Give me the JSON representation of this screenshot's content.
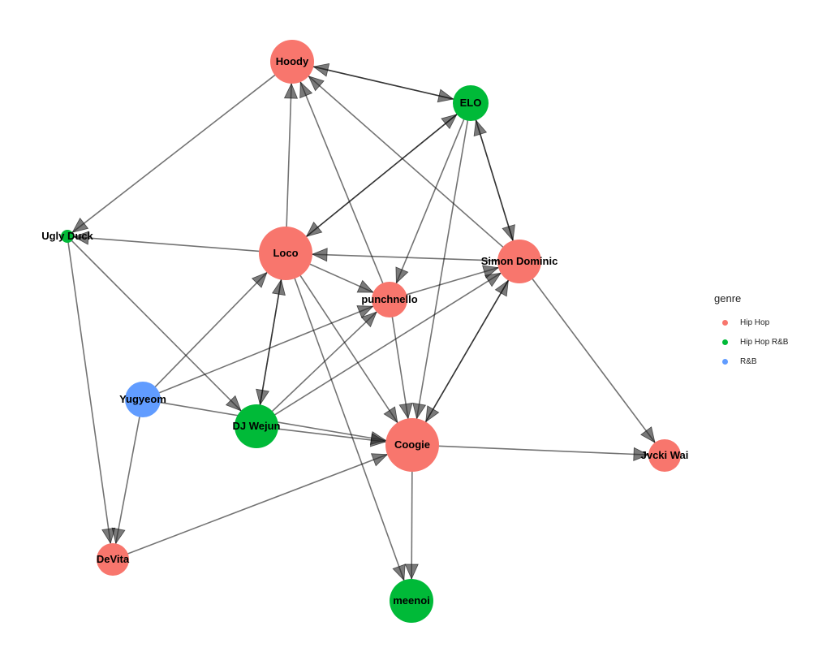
{
  "legend": {
    "title": "genre",
    "items": [
      {
        "label": "Hip Hop",
        "color": "#F8766D"
      },
      {
        "label": "Hip Hop R&B",
        "color": "#00BA38"
      },
      {
        "label": "R&B",
        "color": "#619CFF"
      }
    ]
  },
  "nodes": [
    {
      "id": "hoody",
      "label": "Hoody",
      "genre": "Hip Hop",
      "size": "large"
    },
    {
      "id": "elo",
      "label": "ELO",
      "genre": "Hip Hop R&B",
      "size": "medium"
    },
    {
      "id": "ugly_duck",
      "label": "Ugly Duck",
      "genre": "Hip Hop R&B",
      "size": "tiny"
    },
    {
      "id": "loco",
      "label": "Loco",
      "genre": "Hip Hop",
      "size": "xlarge"
    },
    {
      "id": "simon_dominic",
      "label": "Simon Dominic",
      "genre": "Hip Hop",
      "size": "large"
    },
    {
      "id": "punchnello",
      "label": "punchnello",
      "genre": "Hip Hop",
      "size": "medium"
    },
    {
      "id": "yugyeom",
      "label": "Yugyeom",
      "genre": "R&B",
      "size": "medium"
    },
    {
      "id": "dj_wejun",
      "label": "DJ Wejun",
      "genre": "Hip Hop R&B",
      "size": "large"
    },
    {
      "id": "coogie",
      "label": "Coogie",
      "genre": "Hip Hop",
      "size": "xlarge"
    },
    {
      "id": "jvcki_wai",
      "label": "Jvcki Wai",
      "genre": "Hip Hop",
      "size": "small"
    },
    {
      "id": "devita",
      "label": "DeVita",
      "genre": "Hip Hop",
      "size": "small"
    },
    {
      "id": "meenoi",
      "label": "meenoi",
      "genre": "Hip Hop R&B",
      "size": "large"
    }
  ],
  "edges": [
    {
      "from": "hoody",
      "to": "ugly_duck"
    },
    {
      "from": "hoody",
      "to": "elo"
    },
    {
      "from": "elo",
      "to": "hoody"
    },
    {
      "from": "loco",
      "to": "hoody"
    },
    {
      "from": "punchnello",
      "to": "hoody"
    },
    {
      "from": "simon_dominic",
      "to": "hoody"
    },
    {
      "from": "loco",
      "to": "elo"
    },
    {
      "from": "elo",
      "to": "loco"
    },
    {
      "from": "simon_dominic",
      "to": "loco"
    },
    {
      "from": "loco",
      "to": "ugly_duck"
    },
    {
      "from": "elo",
      "to": "simon_dominic"
    },
    {
      "from": "simon_dominic",
      "to": "elo"
    },
    {
      "from": "elo",
      "to": "punchnello"
    },
    {
      "from": "elo",
      "to": "coogie"
    },
    {
      "from": "loco",
      "to": "punchnello"
    },
    {
      "from": "loco",
      "to": "dj_wejun"
    },
    {
      "from": "dj_wejun",
      "to": "loco"
    },
    {
      "from": "loco",
      "to": "coogie"
    },
    {
      "from": "loco",
      "to": "meenoi"
    },
    {
      "from": "ugly_duck",
      "to": "dj_wejun"
    },
    {
      "from": "ugly_duck",
      "to": "devita"
    },
    {
      "from": "yugyeom",
      "to": "loco"
    },
    {
      "from": "yugyeom",
      "to": "punchnello"
    },
    {
      "from": "yugyeom",
      "to": "coogie"
    },
    {
      "from": "yugyeom",
      "to": "devita"
    },
    {
      "from": "dj_wejun",
      "to": "punchnello"
    },
    {
      "from": "dj_wejun",
      "to": "simon_dominic"
    },
    {
      "from": "dj_wejun",
      "to": "coogie"
    },
    {
      "from": "punchnello",
      "to": "coogie"
    },
    {
      "from": "punchnello",
      "to": "simon_dominic"
    },
    {
      "from": "coogie",
      "to": "simon_dominic"
    },
    {
      "from": "simon_dominic",
      "to": "coogie"
    },
    {
      "from": "coogie",
      "to": "jvcki_wai"
    },
    {
      "from": "coogie",
      "to": "meenoi"
    },
    {
      "from": "simon_dominic",
      "to": "jvcki_wai"
    },
    {
      "from": "devita",
      "to": "coogie"
    }
  ]
}
